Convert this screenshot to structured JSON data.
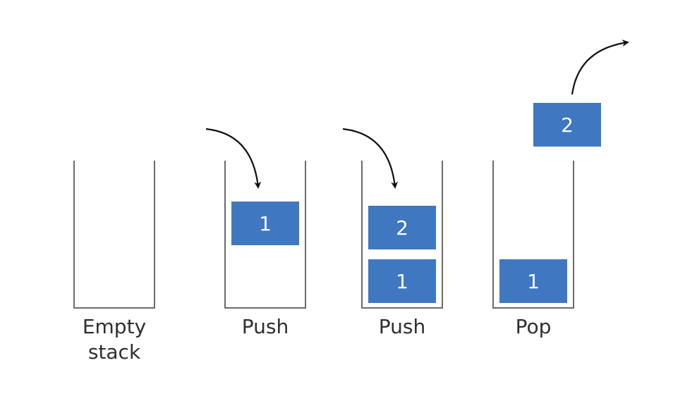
{
  "colors": {
    "block_fill": "#3f78c0",
    "block_text": "#ffffff",
    "stack_outline": "#6b6b6b",
    "label_text": "#2f2f2f",
    "arrow": "#111111"
  },
  "stages": [
    {
      "label_line1": "Empty",
      "label_line2": "stack",
      "blocks": []
    },
    {
      "label_line1": "Push",
      "blocks": [
        "1"
      ],
      "arrow": "push"
    },
    {
      "label_line1": "Push",
      "blocks": [
        "2",
        "1"
      ],
      "arrow": "push"
    },
    {
      "label_line1": "Pop",
      "blocks": [
        "1"
      ],
      "popped_block": "2",
      "arrow": "pop"
    }
  ]
}
